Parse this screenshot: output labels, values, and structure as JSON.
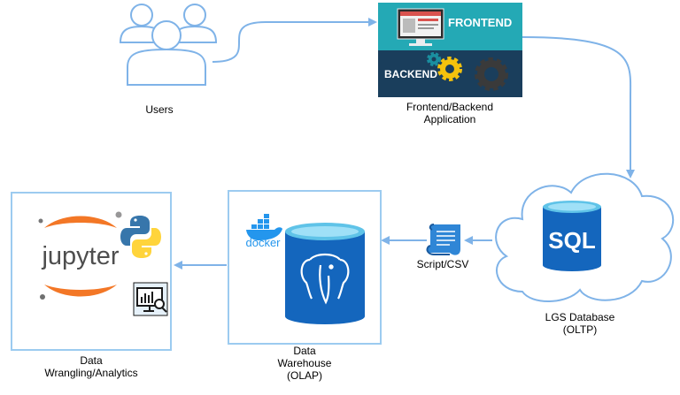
{
  "nodes": {
    "users": {
      "label": "Users"
    },
    "app": {
      "label_line1": "Frontend/Backend",
      "label_line2": "Application",
      "frontend_text": "FRONTEND",
      "backend_text": "BACKEND"
    },
    "lgs_db": {
      "label_line1": "LGS Database",
      "label_line2": "(OLTP)",
      "sql_text": "SQL"
    },
    "script": {
      "label": "Script/CSV"
    },
    "warehouse": {
      "label_line1": "Data",
      "label_line2": "Warehouse",
      "label_line3": "(OLAP)",
      "docker_text": "docker"
    },
    "analytics": {
      "label_line1": "Data",
      "label_line2": "Wrangling/Analytics",
      "jupyter_text": "jupyter"
    }
  },
  "colors": {
    "connector": "#7fb3e8",
    "box_border": "#9ccbf0",
    "teal": "#24a9b5",
    "navy": "#1a3e5c",
    "cyl_blue": "#1466bd",
    "jupyter_orange": "#f37726",
    "docker_blue": "#2496ed"
  },
  "edges": [
    {
      "from": "users",
      "to": "app"
    },
    {
      "from": "app",
      "to": "lgs_db"
    },
    {
      "from": "lgs_db",
      "to": "script"
    },
    {
      "from": "script",
      "to": "warehouse"
    },
    {
      "from": "warehouse",
      "to": "analytics"
    }
  ]
}
